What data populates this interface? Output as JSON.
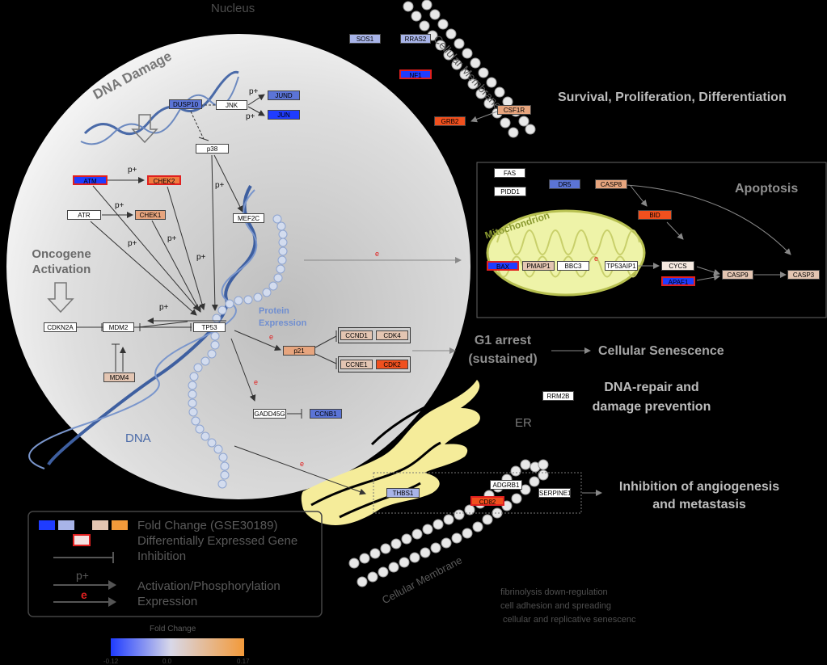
{
  "colors": {
    "dark_blue": "#1f3cff",
    "mid_blue": "#5b74d6",
    "light_blue": "#a8b4e8",
    "white": "#ffffff",
    "light_tan": "#e3c5b2",
    "tan": "#e7a57e",
    "orange": "#f07a3f",
    "red_orange": "#f0501e",
    "deg_border": "#e02020"
  },
  "headings": {
    "nucleus": "Nucleus",
    "cell_membrane_top": "Cellular Membrane",
    "cell_membrane_bottom": "Cellular Membrane",
    "dna_damage": "DNA Damage",
    "oncogene": "Oncogene Activation",
    "protein_expression": "Protein Expression",
    "dna": "DNA",
    "mitochondrion": "Mitochondrion",
    "er": "ER"
  },
  "outcomes": {
    "survival": "Survival, Proliferation, Differentiation",
    "apoptosis": "Apoptosis",
    "g1_arrest": "G1 arrest (sustained)",
    "senescence": "Cellular Senescence",
    "dna_repair": "DNA-repair and damage prevention",
    "angiogenesis": "Inhibition of angiogenesis and metastasis"
  },
  "notes": [
    "fibrinolysis down-regulation",
    "cell adhesion and spreading",
    "cellular and replicative senescenc"
  ],
  "edge_labels": {
    "p": "p+",
    "e": "e"
  },
  "genes": {
    "SOS1": "SOS1",
    "RRAS2": "RRAS2",
    "NF1": "NF1",
    "CSF1R": "CSF1R",
    "GRB2": "GRB2",
    "DUSP10": "DUSP10",
    "JNK": "JNK",
    "JUND": "JUND",
    "JUN": "JUN",
    "p38": "p38",
    "ATM": "ATM",
    "CHEK2": "CHEK2",
    "ATR": "ATR",
    "CHEK1": "CHEK1",
    "MEF2C": "MEF2C",
    "CDKN2A": "CDKN2A",
    "MDM2": "MDM2",
    "TP53": "TP53",
    "MDM4": "MDM4",
    "p21": "p21",
    "CCND1": "CCND1",
    "CDK4": "CDK4",
    "CCNE1": "CCNE1",
    "CDK2": "CDK2",
    "GADD45G": "GADD45G",
    "CCNB1": "CCNB1",
    "FAS": "FAS",
    "PIDD1": "PIDD1",
    "DR5": "DR5",
    "CASP8": "CASP8",
    "BID": "BID",
    "BAX": "BAX",
    "PMAIP1": "PMAIP1",
    "BBC3": "BBC3",
    "TP53AIP1": "TP53AIP1",
    "CYCS": "CYCS",
    "APAF1": "APAF1",
    "CASP9": "CASP9",
    "CASP3": "CASP3",
    "RRM2B": "RRM2B",
    "THBS1": "THBS1",
    "CD82": "CD82",
    "ADGRB1": "ADGRB1",
    "SERPINE1": "SERPINE1"
  },
  "legend": {
    "fold_change": "Fold Change (GSE30189)",
    "deg": "Differentially Expressed Gene",
    "inhibition": "Inhibition",
    "p_label": "p+",
    "e_label": "e",
    "activation": "Activation/Phosphorylation",
    "expression": "Expression"
  },
  "colorbar": {
    "title": "Fold Change",
    "min": "-0.12",
    "mid": "0.0",
    "max": "0.17"
  }
}
